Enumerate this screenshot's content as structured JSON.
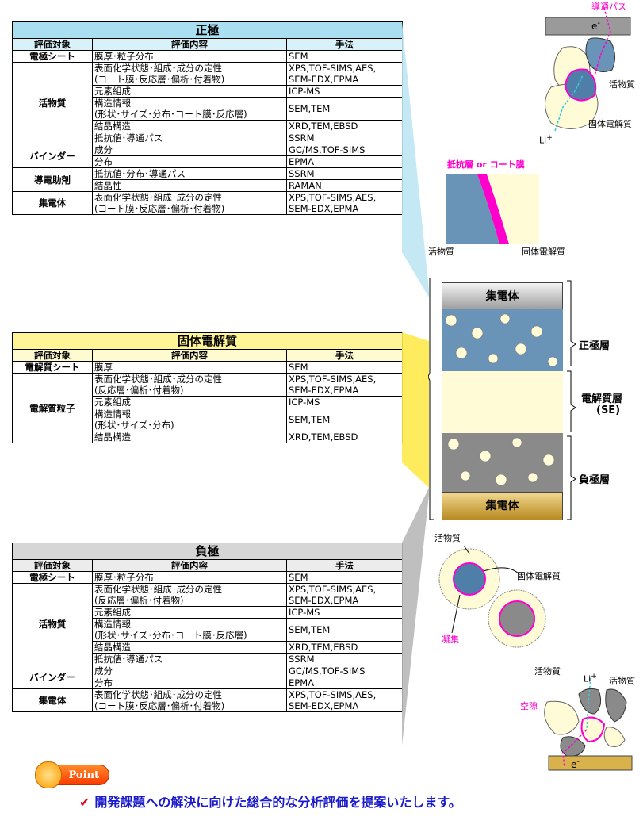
{
  "positive": {
    "title": "正極",
    "headers": [
      "評価対象",
      "評価内容",
      "手法"
    ],
    "rows": [
      {
        "cat": "電極シート",
        "content": "膜厚･粒子分布",
        "method": "SEM"
      },
      {
        "cat": "活物質",
        "content": "表面化学状態･組成･成分の定性\n(コート膜･反応層･偏析･付着物)",
        "method": "XPS,TOF-SIMS,AES,\nSEM-EDX,EPMA"
      },
      {
        "cat": "",
        "content": "元素組成",
        "method": "ICP-MS"
      },
      {
        "cat": "",
        "content": "構造情報\n(形状･サイズ･分布･コート膜･反応層)",
        "method": "SEM,TEM"
      },
      {
        "cat": "",
        "content": "結晶構造",
        "method": "XRD,TEM,EBSD"
      },
      {
        "cat": "",
        "content": "抵抗値･導通パス",
        "method": "SSRM"
      },
      {
        "cat": "バインダー",
        "content": "成分",
        "method": "GC/MS,TOF-SIMS"
      },
      {
        "cat": "",
        "content": "分布",
        "method": "EPMA"
      },
      {
        "cat": "導電助剤",
        "content": "抵抗値･分布･導通パス",
        "method": "SSRM"
      },
      {
        "cat": "",
        "content": "結晶性",
        "method": "RAMAN"
      },
      {
        "cat": "集電体",
        "content": "表面化学状態･組成･成分の定性\n(コート膜･反応層･偏析･付着物)",
        "method": "XPS,TOF-SIMS,AES,\nSEM-EDX,EPMA"
      }
    ]
  },
  "solid": {
    "title": "固体電解質",
    "headers": [
      "評価対象",
      "評価内容",
      "手法"
    ],
    "rows": [
      {
        "cat": "電解質シート",
        "content": "膜厚",
        "method": "SEM"
      },
      {
        "cat": "電解質粒子",
        "content": "表面化学状態･組成･成分の定性\n(反応層･偏析･付着物)",
        "method": "XPS,TOF-SIMS,AES,\nSEM-EDX,EPMA"
      },
      {
        "cat": "",
        "content": "元素組成",
        "method": "ICP-MS"
      },
      {
        "cat": "",
        "content": "構造情報\n(形状･サイズ･分布)",
        "method": "SEM,TEM"
      },
      {
        "cat": "",
        "content": "結晶構造",
        "method": "XRD,TEM,EBSD"
      }
    ]
  },
  "negative": {
    "title": "負極",
    "headers": [
      "評価対象",
      "評価内容",
      "手法"
    ],
    "rows": [
      {
        "cat": "電極シート",
        "content": "膜厚･粒子分布",
        "method": "SEM"
      },
      {
        "cat": "活物質",
        "content": "表面化学状態･組成･成分の定性\n(反応層･偏析･付着物)",
        "method": "XPS,TOF-SIMS,AES,\nSEM-EDX,EPMA"
      },
      {
        "cat": "",
        "content": "元素組成",
        "method": "ICP-MS"
      },
      {
        "cat": "",
        "content": "構造情報\n(形状･サイズ･分布･コート膜･反応層)",
        "method": "SEM,TEM"
      },
      {
        "cat": "",
        "content": "結晶構造",
        "method": "XRD,TEM,EBSD"
      },
      {
        "cat": "",
        "content": "抵抗値･導通パス",
        "method": "SSRM"
      },
      {
        "cat": "バインダー",
        "content": "成分",
        "method": "GC/MS,TOF-SIMS"
      },
      {
        "cat": "",
        "content": "分布",
        "method": "EPMA"
      },
      {
        "cat": "集電体",
        "content": "表面化学状態･組成･成分の定性\n(コート膜･反応層･偏析･付着物)",
        "method": "XPS,TOF-SIMS,AES,\nSEM-EDX,EPMA"
      }
    ]
  },
  "diagram": {
    "conduction_path": "導通パス",
    "electron": "e",
    "electron_sup": "-",
    "active_material": "活物質",
    "solid_electrolyte": "固体電解質",
    "li_ion": "Li",
    "li_sup": "+",
    "resist_layer": "抵抗層 or コート膜",
    "collector": "集電体",
    "positive_layer": "正極層",
    "electrolyte_layer": "電解質層",
    "se": "(SE)",
    "negative_layer": "負極層",
    "aggregation": "凝集",
    "void": "空隙"
  },
  "point": {
    "label": "Point"
  },
  "summary": "開発課題への解決に向けた総合的な分析評価を提案いたします。",
  "colors": {
    "positive_header": "#a9dff0",
    "solid_header": "#fff496",
    "negative_header": "#d6d6d6",
    "accent_magenta": "#ff00cc",
    "summary_blue": "#1a1acc"
  }
}
